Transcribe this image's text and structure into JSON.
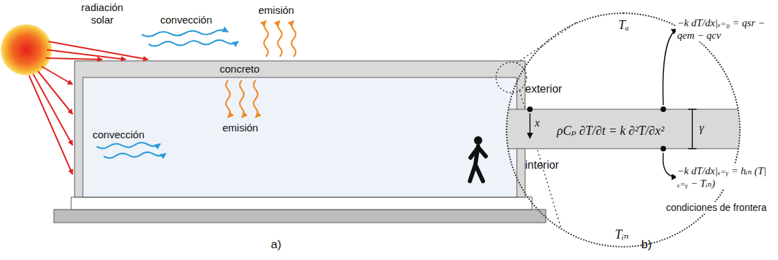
{
  "diagram": {
    "nodes": [
      {
        "text": [
          "Tₐ",
          "exterior",
          "interior",
          "Tᵢₙ"
        ]
      },
      {
        "text": [
          "ρCₚ ∂T/∂t = k ∂²T/∂x²"
        ],
        "in": 0
      }
    ],
    "labels": [
      "radiación solar",
      "convección",
      "emisión",
      "concreto",
      "convección",
      "emisión",
      "a)",
      "x",
      "γ",
      "−k dT/dx|ₓ₌₀ = qsr − qem − qcv",
      "−k dT/dx|ₓ₌ᵧ = hᵢₙ (T|ₓ₌ᵧ − Tᵢₙ)",
      "condiciones de frontera",
      "b)"
    ]
  }
}
